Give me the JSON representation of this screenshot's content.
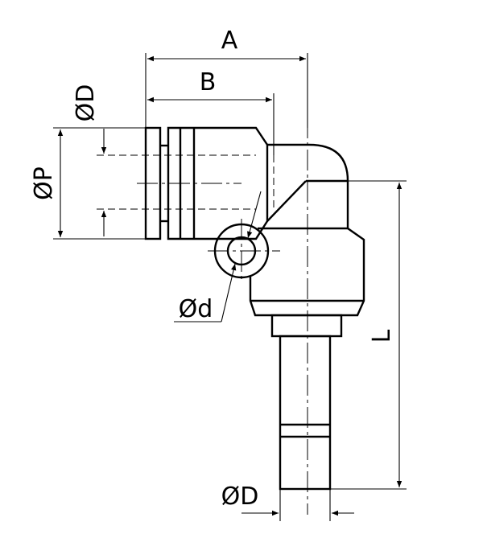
{
  "labels": {
    "dim_a": "A",
    "dim_b": "B",
    "dim_d_top": "ØD",
    "dim_p": "ØP",
    "dim_d_small": "Ød",
    "dim_l": "L",
    "dim_d_bottom": "ØD"
  }
}
